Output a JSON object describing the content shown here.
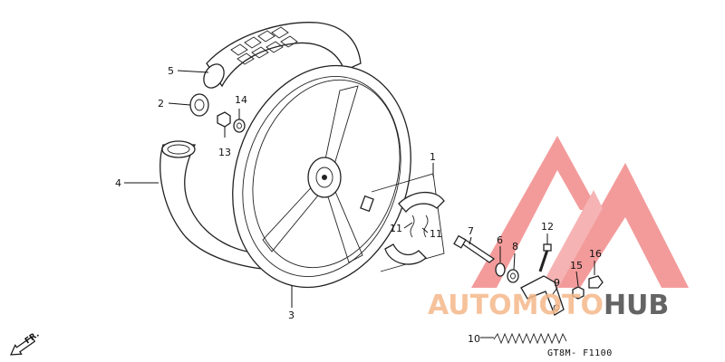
{
  "callouts": {
    "p1": "1",
    "p2": "2",
    "p3": "3",
    "p4": "4",
    "p5": "5",
    "p6": "6",
    "p7": "7",
    "p8": "8",
    "p9": "9",
    "p10": "10",
    "p11a": "11",
    "p11b": "11",
    "p12": "12",
    "p13": "13",
    "p14": "14",
    "p15": "15",
    "p16": "16"
  },
  "diagram_code": "GT8M- F1100",
  "direction_label": "FR.",
  "watermark": {
    "text_part1": "AUTOMOTO",
    "text_part2": "HUB",
    "color_part1": "#f5b88a",
    "color_part2": "#4a4a4a",
    "logo_color": "#f07a7a"
  }
}
